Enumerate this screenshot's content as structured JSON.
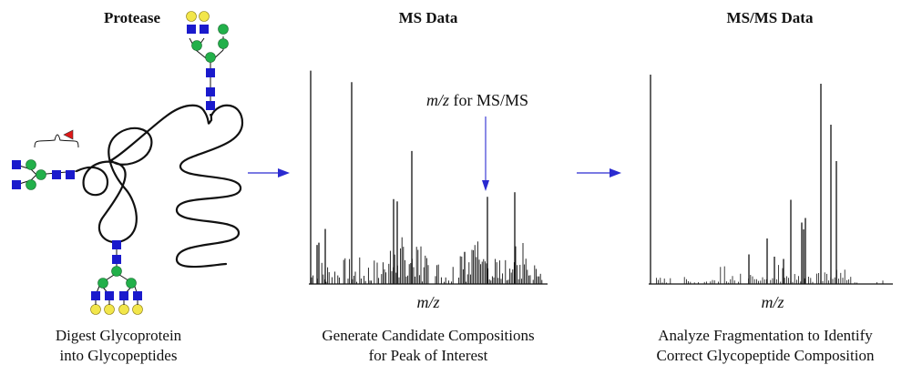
{
  "panels": [
    {
      "heading": "Protease",
      "caption_lines": [
        "Digest Glycoprotein",
        "into Glycopeptides"
      ]
    },
    {
      "heading": "MS Data",
      "axis_label": "m/z",
      "annotation": {
        "italic": "m/z",
        "rest": " for MS/MS"
      },
      "caption_lines": [
        "Generate Candidate Compositions",
        "for Peak of Interest"
      ]
    },
    {
      "heading": "MS/MS Data",
      "axis_label": "m/z",
      "caption_lines": [
        "Analyze Fragmentation to Identify",
        "Correct Glycopeptide Composition"
      ]
    }
  ],
  "colors": {
    "arrow": "#2a2ad0",
    "glcnac_square": "#1a1acc",
    "mannose_circle": "#22b04a",
    "galactose_circle": "#f2e64a",
    "fucose_triangle": "#e01818",
    "ink": "#111111"
  },
  "icons": {
    "glcnac": "blue-square-icon",
    "mannose": "green-circle-icon",
    "galactose": "yellow-circle-icon",
    "fucose": "red-triangle-icon"
  },
  "ms_spectrum_major_peaks": [
    0.93,
    0.88,
    0.58,
    0.37,
    0.36,
    0.24,
    0.18,
    0.17,
    0.4,
    0.38,
    0.14
  ],
  "msms_spectrum_major_peaks": [
    0.92,
    0.88,
    0.7,
    0.54,
    0.37,
    0.24,
    0.29,
    0.27,
    0.2,
    0.13,
    0.12,
    0.11
  ]
}
